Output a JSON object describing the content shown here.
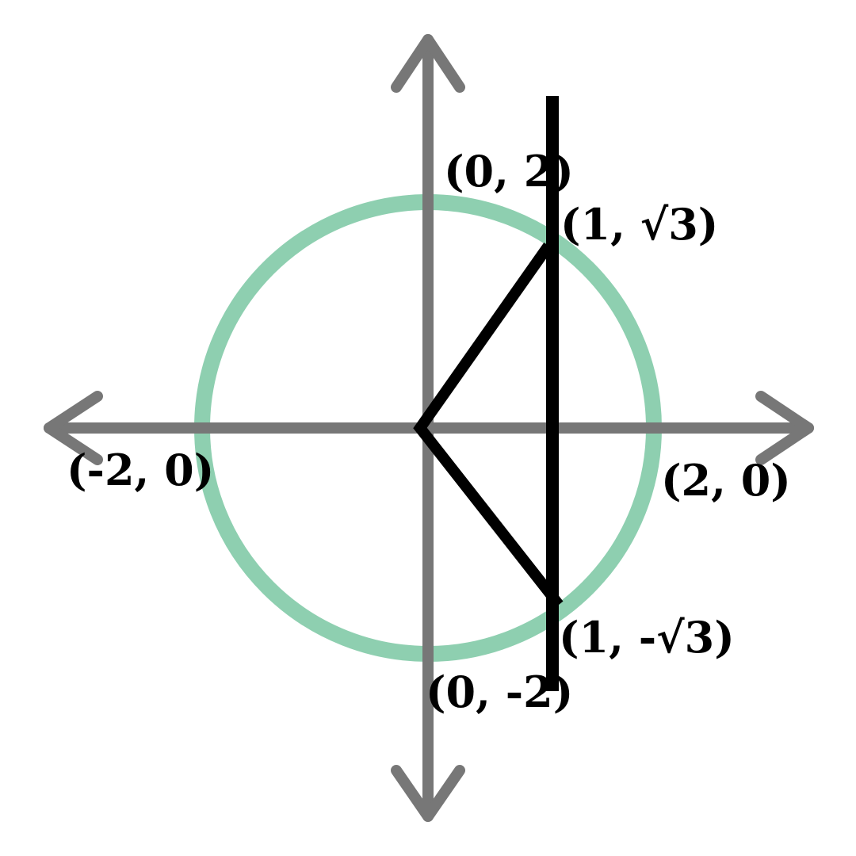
{
  "colors": {
    "axis": "#777777",
    "circle": "#8ecfb0",
    "lines": "#000000",
    "background": "#ffffff"
  },
  "labels": {
    "top": "(0, 2)",
    "bottom": "(0, -2)",
    "left": "(-2, 0)",
    "right": "(2, 0)",
    "upper_point": "(1, √3)",
    "lower_point": "(1, -√3)"
  }
}
